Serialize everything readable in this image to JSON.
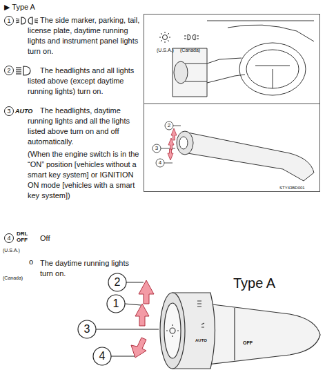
{
  "diagram": {
    "title": "▶ Type A",
    "nodes": [
      {
        "text": [
          "(U.S.A.)",
          "(Canada)",
          "STY43BD001"
        ]
      }
    ],
    "labels": [
      "1",
      "2",
      "3",
      "4",
      "AUTO",
      "DRL",
      "OFF",
      "(U.S.A.)",
      "o",
      "(Canada)",
      "The side marker, parking, tail, license plate, daytime running lights and instrument panel lights turn on.",
      "The headlights and all lights listed above (except daytime running lights) turn on.",
      "The headlights, daytime running lights and all the lights listed above turn on and off automatically.",
      "(When the engine switch is in the “ON” position [vehicles without a smart key system] or IGNITION ON mode [vehicles with a smart key system])",
      "Off",
      "The daytime running lights turn on.",
      "2",
      "3",
      "4",
      "Type A",
      "2",
      "1",
      "3",
      "4",
      "AUTO",
      "OFF"
    ]
  }
}
